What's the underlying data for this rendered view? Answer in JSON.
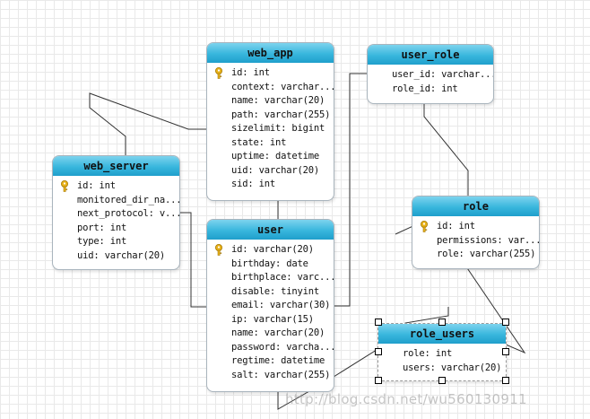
{
  "tables": {
    "web_app": {
      "name": "web_app",
      "fields": [
        "id: int",
        "context: varchar...",
        "name: varchar(20)",
        "path: varchar(255)",
        "sizelimit: bigint",
        "state: int",
        "uptime: datetime",
        "uid: varchar(20)",
        "sid: int"
      ]
    },
    "user_role": {
      "name": "user_role",
      "fields": [
        "user_id: varchar...",
        "role_id: int"
      ]
    },
    "web_server": {
      "name": "web_server",
      "fields": [
        "id: int",
        "monitored_dir_na...",
        "next_protocol: v...",
        "port: int",
        "type: int",
        "uid: varchar(20)"
      ]
    },
    "user": {
      "name": "user",
      "fields": [
        "id: varchar(20)",
        "birthday: date",
        "birthplace: varc...",
        "disable: tinyint",
        "email: varchar(30)",
        "ip: varchar(15)",
        "name: varchar(20)",
        "password: varcha...",
        "regtime: datetime",
        "salt: varchar(255)"
      ]
    },
    "role": {
      "name": "role",
      "fields": [
        "id: int",
        "permissions: var...",
        "role: varchar(255)"
      ]
    },
    "role_users": {
      "name": "role_users",
      "fields": [
        "role: int",
        "users: varchar(20)"
      ]
    }
  },
  "icons": {
    "primary_key": "key-icon"
  },
  "colors": {
    "header": "#38b6dd",
    "border": "#a9b4bd",
    "key": "#e8b21a"
  },
  "watermark": "http://blog.csdn.net/wu560130911"
}
